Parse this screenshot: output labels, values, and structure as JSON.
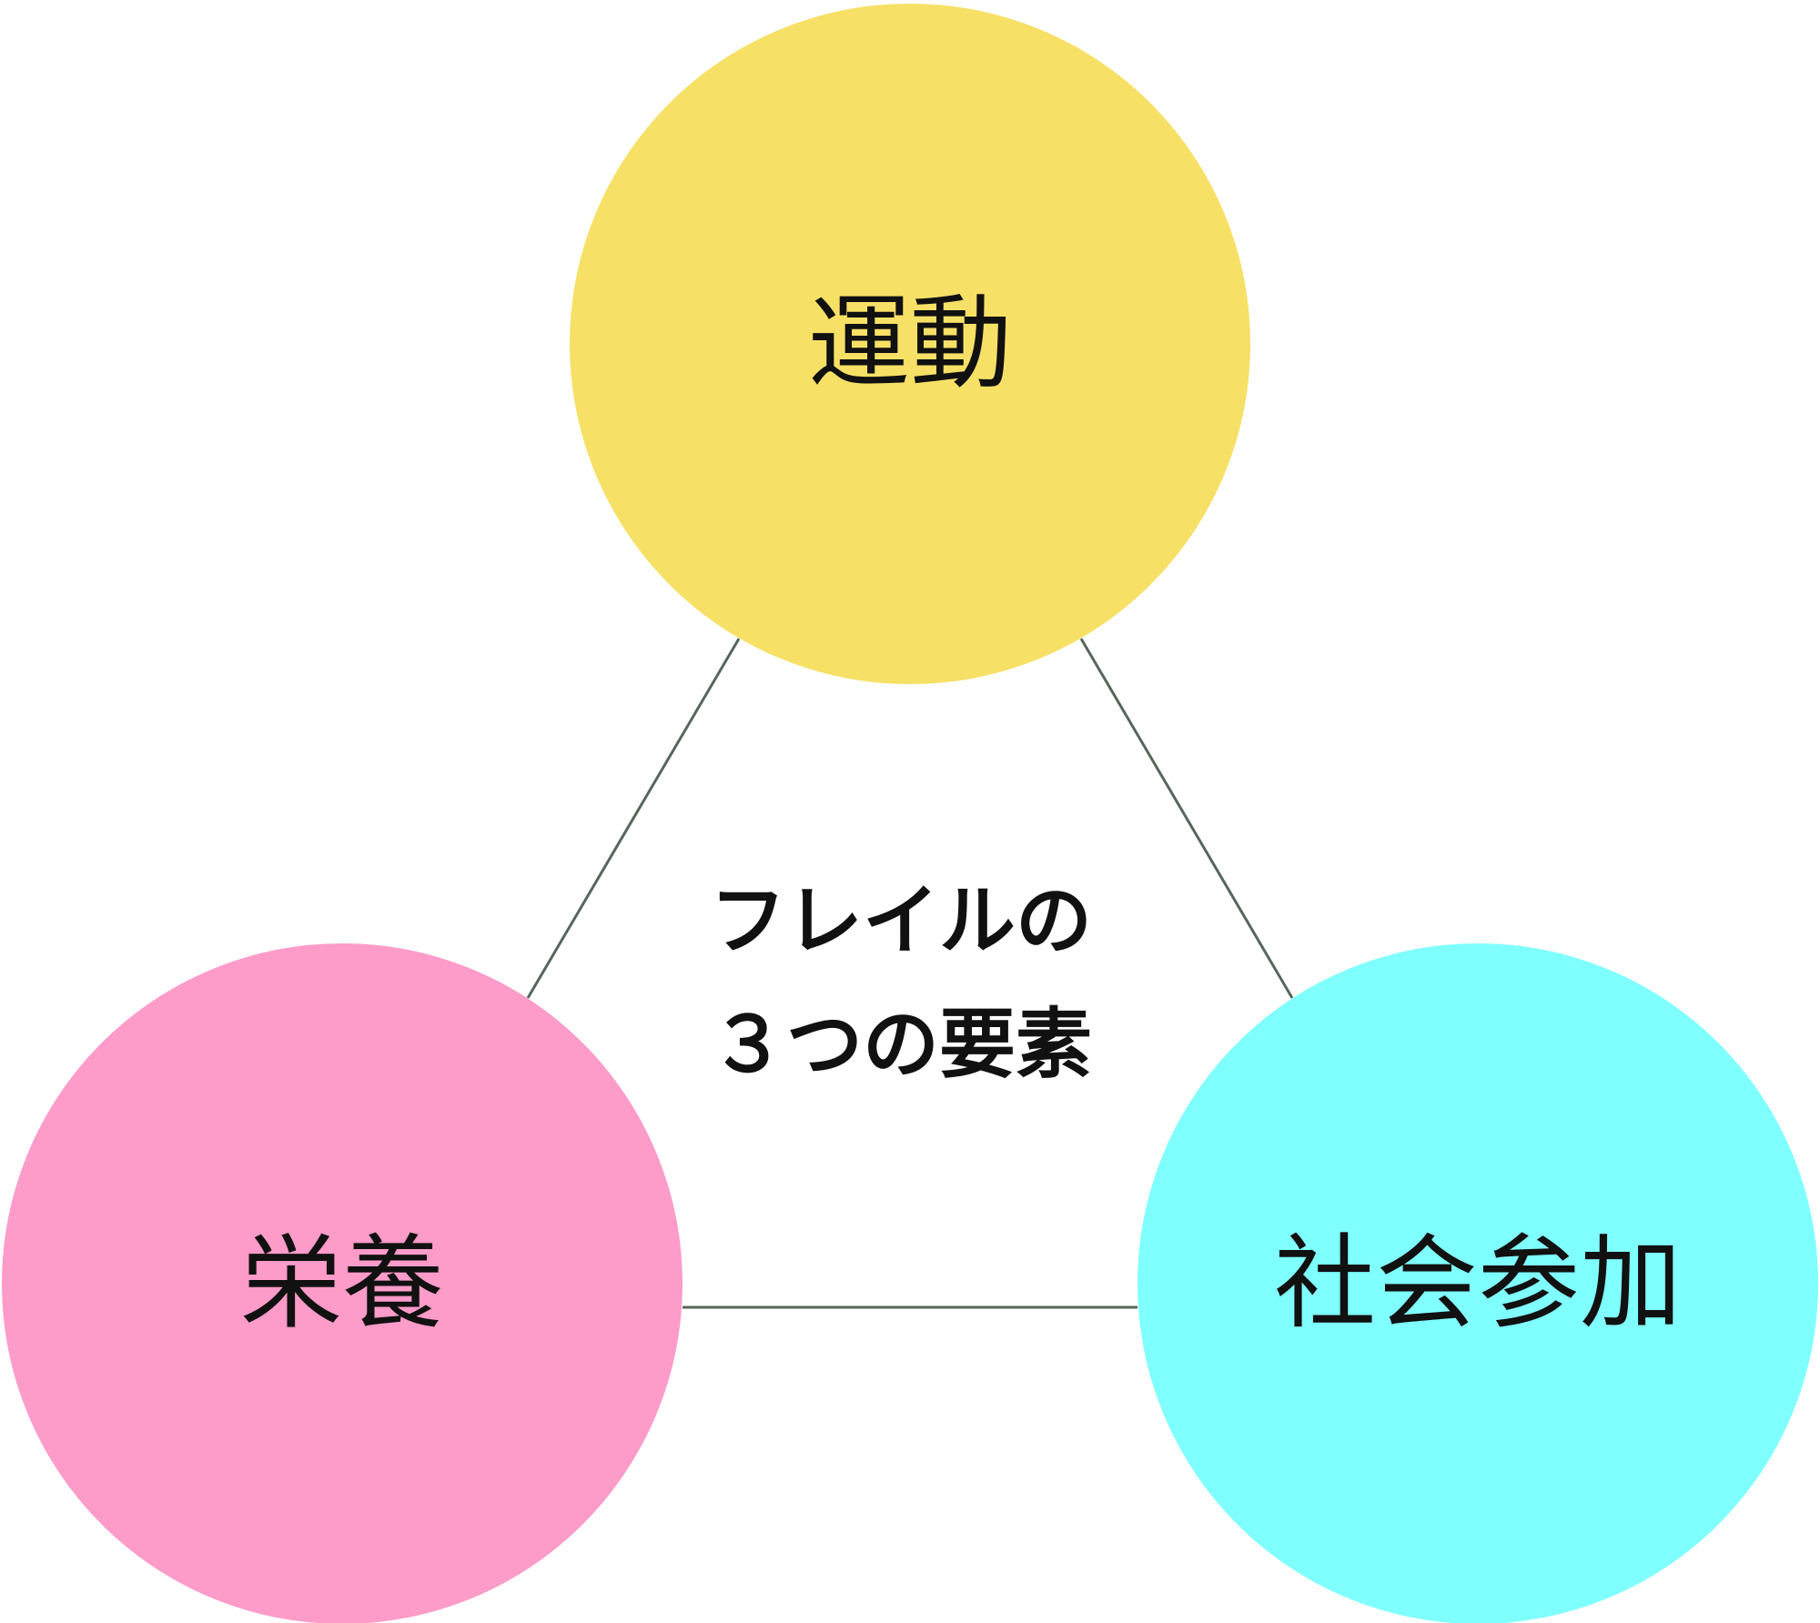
{
  "diagram": {
    "center": {
      "line1": "フレイルの",
      "line2": "３つの要素"
    },
    "nodes": {
      "exercise": {
        "label": "運動",
        "color": "#f7e066"
      },
      "nutrition": {
        "label": "栄養",
        "color": "#fd9bc9"
      },
      "social": {
        "label": "社会参加",
        "color": "#80ffff"
      }
    },
    "connector_color": "#55675a"
  }
}
